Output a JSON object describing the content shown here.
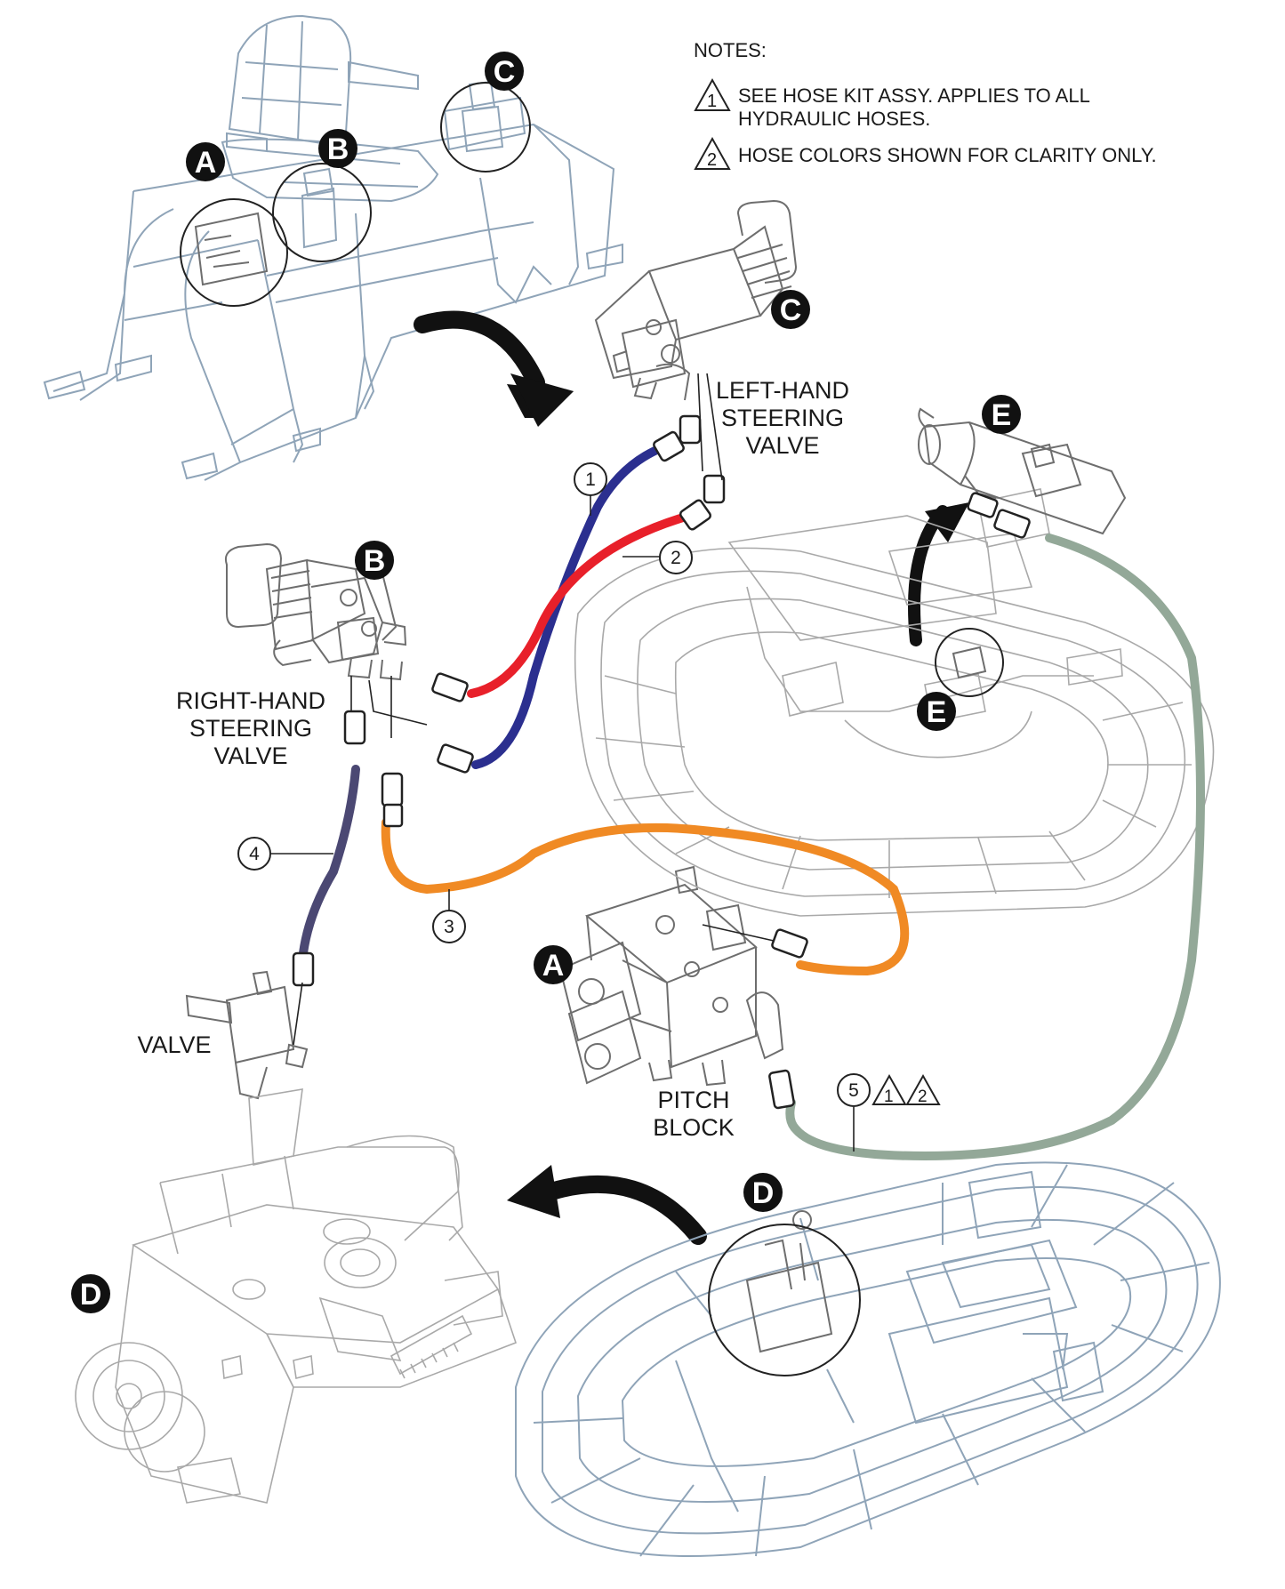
{
  "notes": {
    "heading": "NOTES:",
    "items": [
      {
        "marker": "1",
        "line1": "SEE HOSE KIT ASSY.  APPLIES TO ALL",
        "line2": "HYDRAULIC HOSES."
      },
      {
        "marker": "2",
        "line1": "HOSE COLORS SHOWN FOR CLARITY ONLY.",
        "line2": ""
      }
    ]
  },
  "callout_letters": [
    "A",
    "B",
    "C",
    "D",
    "E"
  ],
  "labels": {
    "left_hand_valve": [
      "LEFT-HAND",
      "STEERING",
      "VALVE"
    ],
    "right_hand_valve": [
      "RIGHT-HAND",
      "STEERING",
      "VALVE"
    ],
    "valve": "VALVE",
    "pitch_block": [
      "PITCH",
      "BLOCK"
    ]
  },
  "hoses": [
    {
      "number": "1",
      "color": "#2b2f8f"
    },
    {
      "number": "2",
      "color": "#e8202a"
    },
    {
      "number": "3",
      "color": "#f08a24"
    },
    {
      "number": "4",
      "color": "#4b4873"
    },
    {
      "number": "5",
      "color": "#93a898"
    }
  ],
  "hose5_note_markers": [
    "1",
    "2"
  ],
  "colors": {
    "equipment_blue": "#8fa4b8",
    "equipment_gray": "#6e6e6e",
    "callout_fill": "#111111"
  }
}
